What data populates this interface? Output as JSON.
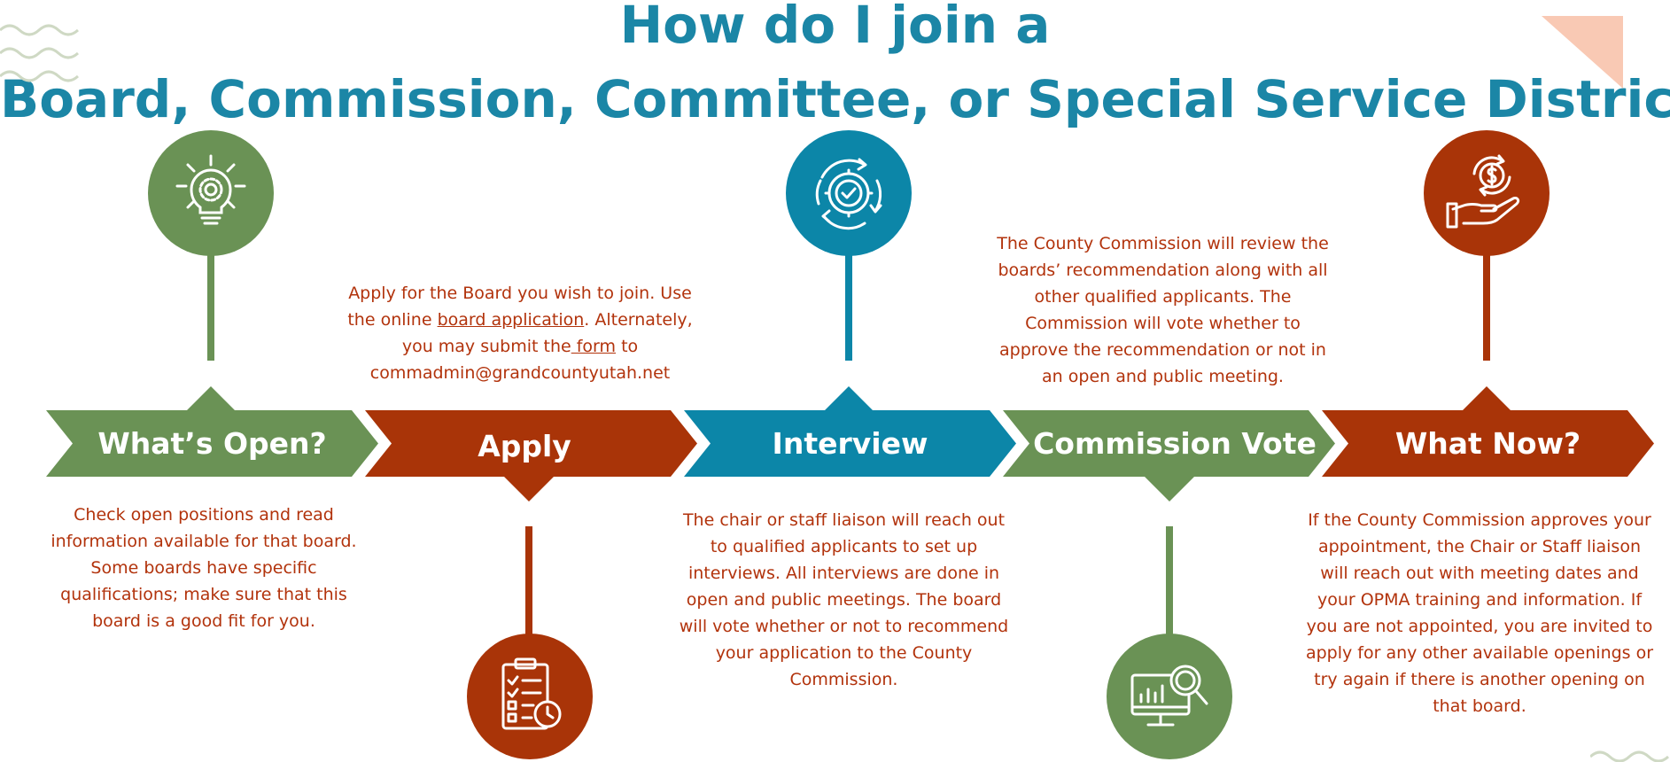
{
  "title": {
    "line1": "How do I join a",
    "line2": "Board, Commission, Committee, or Special Service District"
  },
  "colors": {
    "title": "#1b86a6",
    "green": "#6a9255",
    "red": "#a93408",
    "teal": "#0c86a8",
    "text": "#b2330c",
    "accent_triangle": "#f9c9b4"
  },
  "steps": [
    {
      "label": "What’s Open?",
      "icon": "lightbulb-icon",
      "color": "#6a9255",
      "text": "Check open positions and read information available for that board. Some boards have specific qualifications; make sure that this board is a good fit for you."
    },
    {
      "label": "Apply",
      "icon": "checklist-clock-icon",
      "color": "#a93408",
      "text_part1": "Apply for the Board you wish to join. Use the online ",
      "link1": "board application",
      "text_part2": ". Alternately, you may submit the",
      "link2": " form",
      "text_part3": " to commadmin@grandcountyutah.net"
    },
    {
      "label": "Interview",
      "icon": "gear-check-cycle-icon",
      "color": "#0c86a8",
      "text": "The chair or staff liaison will reach out to qualified applicants to set up interviews.  All interviews are done in open and public meetings. The board will vote whether or not to recommend your application to the County Commission."
    },
    {
      "label": "Commission Vote",
      "icon": "monitor-analytics-icon",
      "color": "#6a9255",
      "text": "The County Commission will review the boards’ recommendation along with all other qualified applicants.  The Commission will vote whether to approve the recommendation or not in an open and public meeting."
    },
    {
      "label": "What Now?",
      "icon": "hand-dollar-icon",
      "color": "#a93408",
      "text": "If the County Commission approves your appointment, the Chair or Staff liaison will reach out with meeting dates and your OPMA training and information.  If you are not appointed, you are invited to apply for any other available openings or try again if there is another opening on that board."
    }
  ]
}
